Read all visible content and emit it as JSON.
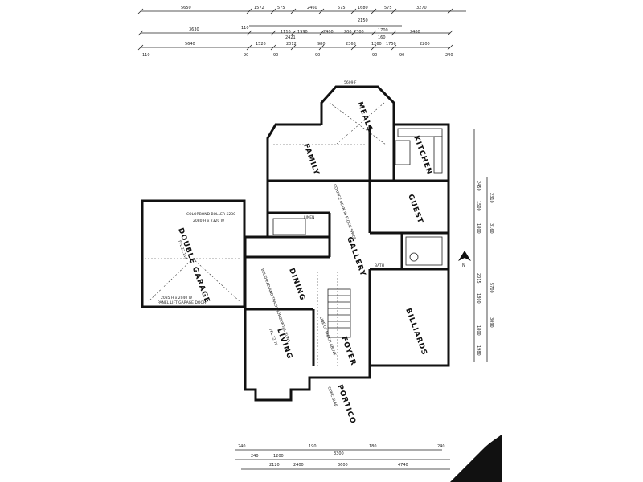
{
  "top_dims": {
    "row1": [
      "5650",
      "1572",
      "575",
      "2460",
      "575",
      "1680",
      "575",
      "3270"
    ],
    "row2": [
      "3630",
      "110",
      "1110",
      "1990",
      "2400",
      "200",
      "2300",
      "1700",
      "2400"
    ],
    "row2b": [
      "2150",
      "2421",
      "160"
    ],
    "row3": [
      "5640",
      "1526",
      "2012",
      "980",
      "2368",
      "1260",
      "1750",
      "2200"
    ],
    "row3_marks": [
      "110",
      "90",
      "90",
      "90",
      "90",
      "90",
      "240"
    ]
  },
  "right_dims": [
    "2450",
    "1500",
    "2310",
    "1800",
    "3160",
    "2015",
    "5700",
    "1800",
    "3090",
    "1800",
    "1980"
  ],
  "bottom_dims": {
    "row1": [
      "240",
      "190",
      "3300",
      "180",
      "240"
    ],
    "row2": [
      "240",
      "1200",
      "3600",
      "4740"
    ],
    "row3": [
      "2120",
      "2400"
    ]
  },
  "rooms": {
    "meals": {
      "name": "MEALS",
      "label": "5609 F"
    },
    "kitchen": {
      "name": "KITCHEN"
    },
    "family": {
      "name": "FAMILY"
    },
    "guest": {
      "name": "GUEST"
    },
    "gallery": {
      "name": "GALLERY"
    },
    "garage": {
      "name": "DOUBLE GARAGE",
      "note1": "COLORBOND BOLLER 5230",
      "note2": "2080 H x 2320 W",
      "note3": "FFL 22.114",
      "note4": "2085 H x 2040 W",
      "note5": "PANEL LIFT GARAGE DOOR"
    },
    "dining": {
      "name": "DINING"
    },
    "living": {
      "name": "LIVING",
      "note": "FFL 22.70"
    },
    "foyer": {
      "name": "FOYER"
    },
    "billiards": {
      "name": "BILLIARDS"
    },
    "portico": {
      "name": "PORTICO",
      "note": "CONC SLAB"
    },
    "linen": {
      "name": "LINEN"
    },
    "bath": {
      "name": "BATH"
    }
  },
  "annotations": {
    "cornice": "CORNICE BEAM IN FLOOR SPACE",
    "line_of_floor": "LINE OF FLOOR ABOVE",
    "north": "N",
    "bulkhead": "BULKHEAD AND TRACK HORIZONTAL RUNS"
  },
  "colors": {
    "ink": "#111111",
    "paper": "#ffffff"
  }
}
